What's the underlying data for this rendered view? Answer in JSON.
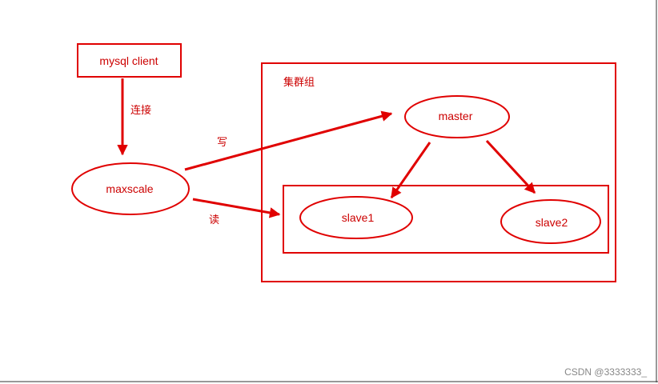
{
  "diagram": {
    "nodes": {
      "client": "mysql client",
      "proxy": "maxscale",
      "master": "master",
      "slave1": "slave1",
      "slave2": "slave2"
    },
    "group_label": "集群组",
    "edge_labels": {
      "connect": "连接",
      "write": "写",
      "read": "读"
    }
  },
  "watermark": "CSDN @3333333_",
  "colors": {
    "stroke": "#e00000",
    "text": "#cc0000"
  }
}
